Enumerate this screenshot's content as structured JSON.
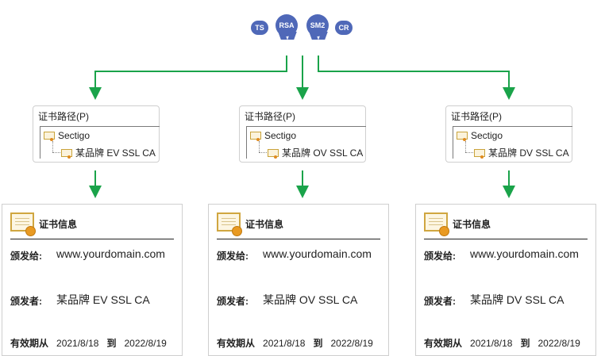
{
  "badges": {
    "ts": "TS",
    "rsa": "RSA",
    "sm2": "SM2",
    "cr": "CR",
    "color": "#4f68b8"
  },
  "arrow_color": "#1aa34a",
  "paths": [
    {
      "title": "证书路径(P)",
      "root": "Sectigo",
      "leaf": "某品牌 EV SSL CA"
    },
    {
      "title": "证书路径(P)",
      "root": "Sectigo",
      "leaf": "某品牌 OV SSL CA"
    },
    {
      "title": "证书路径(P)",
      "root": "Sectigo",
      "leaf": "某品牌 DV SSL CA"
    }
  ],
  "cards": [
    {
      "title": "证书信息",
      "issued_to_label": "颁发给:",
      "issued_to": "www.yourdomain.com",
      "issuer_label": "颁发者:",
      "issuer": "某品牌 EV SSL CA",
      "valid_label": "有效期从",
      "valid_from": "2021/8/18",
      "to_label": "到",
      "valid_to": "2022/8/19"
    },
    {
      "title": "证书信息",
      "issued_to_label": "颁发给:",
      "issued_to": "www.yourdomain.com",
      "issuer_label": "颁发者:",
      "issuer": "某品牌 OV SSL CA",
      "valid_label": "有效期从",
      "valid_from": "2021/8/18",
      "to_label": "到",
      "valid_to": "2022/8/19"
    },
    {
      "title": "证书信息",
      "issued_to_label": "颁发给:",
      "issued_to": "www.yourdomain.com",
      "issuer_label": "颁发者:",
      "issuer": "某品牌 DV SSL CA",
      "valid_label": "有效期从",
      "valid_from": "2021/8/18",
      "to_label": "到",
      "valid_to": "2022/8/19"
    }
  ]
}
